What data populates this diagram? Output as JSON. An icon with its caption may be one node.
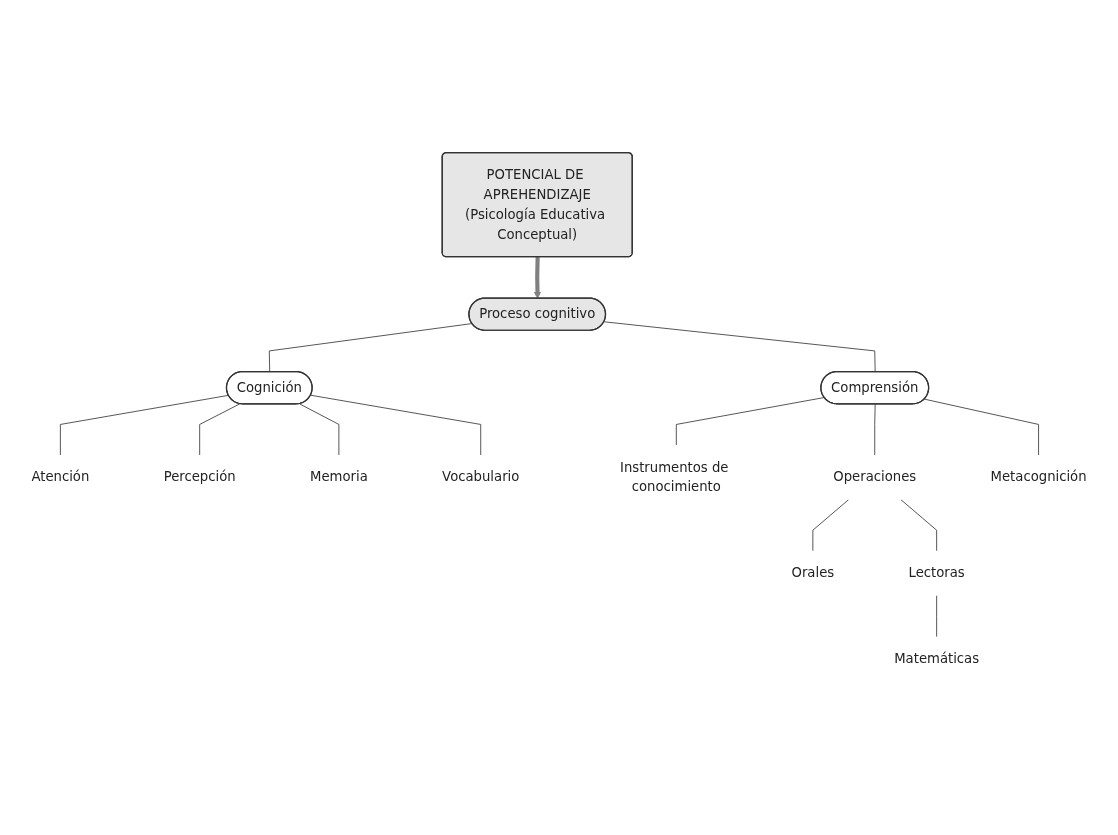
{
  "diagram": {
    "nodes": [
      {
        "text": [
          "POTENCIAL DE APREHENDIZAJE",
          "(Psicología Educativa Conceptual)"
        ]
      },
      {
        "text": [
          "Proceso cognitivo"
        ]
      },
      {
        "text": [
          "Cognición"
        ]
      },
      {
        "text": [
          "Comprensión"
        ]
      },
      {
        "text": [
          "Atención"
        ]
      },
      {
        "text": [
          "Percepción"
        ]
      },
      {
        "text": [
          "Memoria"
        ]
      },
      {
        "text": [
          "Vocabulario"
        ]
      },
      {
        "text": [
          "Instrumentos de conocimiento"
        ]
      },
      {
        "text": [
          "Operaciones"
        ]
      },
      {
        "text": [
          "Metacognición"
        ]
      },
      {
        "text": [
          "Orales"
        ]
      },
      {
        "text": [
          "Lectoras"
        ]
      },
      {
        "text": [
          "Matemáticas"
        ]
      }
    ],
    "edges": [
      {
        "from": 0,
        "to": 1,
        "arrow": "to",
        "style": "thick",
        "color": "#808080"
      },
      {
        "from": 1,
        "to": 2,
        "arrow": "none"
      },
      {
        "from": 1,
        "to": 3,
        "arrow": "none"
      },
      {
        "from": 2,
        "to": 4,
        "arrow": "none"
      },
      {
        "from": 2,
        "to": 5,
        "arrow": "none"
      },
      {
        "from": 2,
        "to": 6,
        "arrow": "none"
      },
      {
        "from": 2,
        "to": 7,
        "arrow": "none"
      },
      {
        "from": 3,
        "to": 8,
        "arrow": "none"
      },
      {
        "from": 3,
        "to": 9,
        "arrow": "none"
      },
      {
        "from": 3,
        "to": 10,
        "arrow": "none"
      },
      {
        "from": 9,
        "to": 11,
        "arrow": "none"
      },
      {
        "from": 9,
        "to": 12,
        "arrow": "none"
      },
      {
        "from": 12,
        "to": 13,
        "arrow": "none"
      }
    ]
  }
}
